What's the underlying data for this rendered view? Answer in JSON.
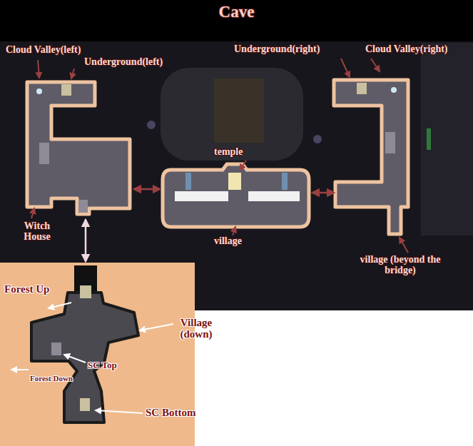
{
  "diagram": {
    "title": "Cave",
    "labels": [
      "Cloud Valley(left)",
      "Underground(left)",
      "Underground(right)",
      "Cloud Valley(right)",
      "temple",
      "Witch House",
      "village",
      "village (beyond the bridge)",
      "Forest Up",
      "Village (down)",
      "SC Top",
      "Forest Down",
      "SC Bottom"
    ]
  }
}
